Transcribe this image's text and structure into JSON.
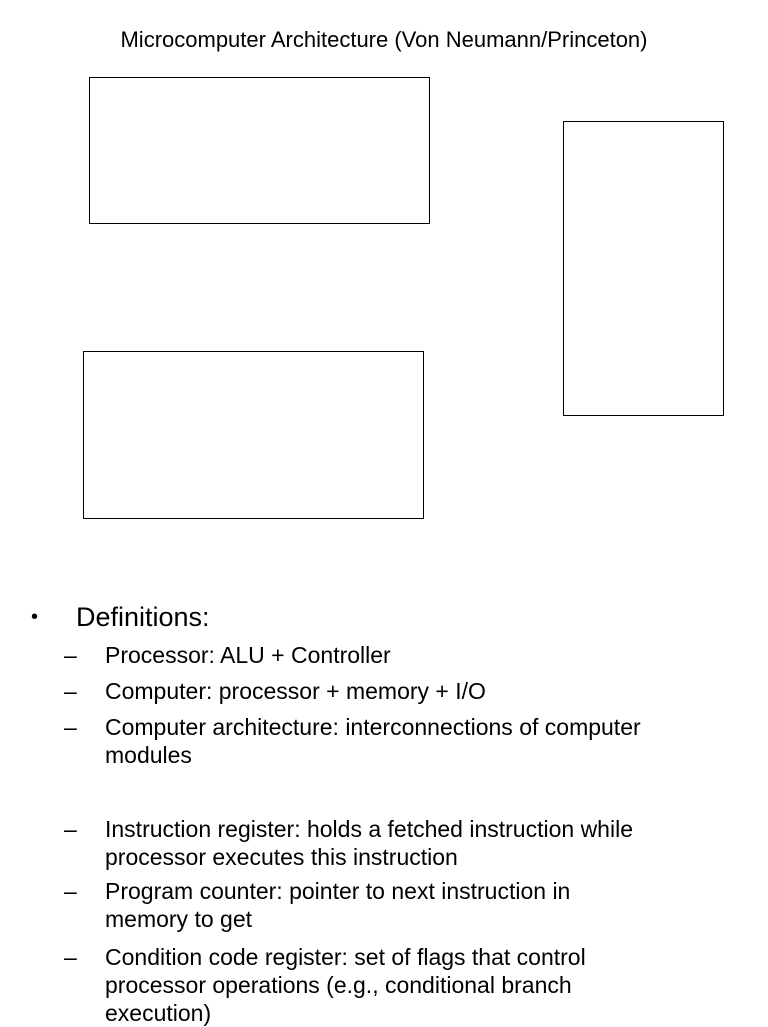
{
  "title": "Microcomputer Architecture (Von Neumann/Princeton)",
  "bullet": {
    "glyph": "•",
    "label": "Definitions:"
  },
  "dash_glyph": "–",
  "definitions": [
    {
      "lines": [
        "Processor: ALU + Controller"
      ]
    },
    {
      "lines": [
        "Computer: processor + memory + I/O"
      ]
    },
    {
      "lines": [
        "Computer architecture: interconnections of computer",
        "modules"
      ]
    },
    {
      "lines": [
        "Instruction register: holds a fetched instruction while",
        "processor executes this instruction"
      ]
    },
    {
      "lines": [
        "Program counter: pointer to next instruction in",
        "memory to get"
      ]
    },
    {
      "lines": [
        "Condition code register: set of flags that control",
        "processor operations (e.g., conditional branch",
        "execution)"
      ]
    }
  ]
}
